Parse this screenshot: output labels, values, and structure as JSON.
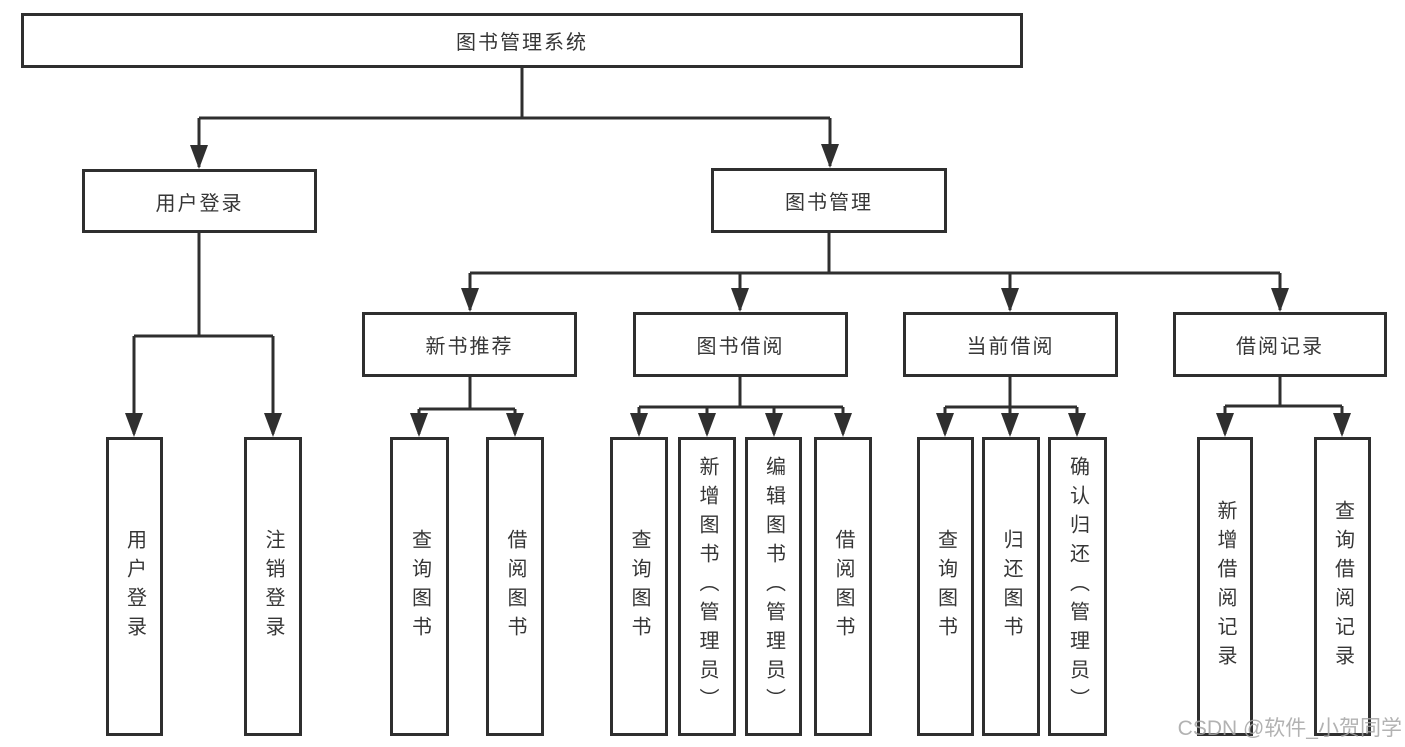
{
  "diagram": {
    "root": {
      "label": "图书管理系统"
    },
    "children": [
      {
        "label": "用户登录",
        "children": [
          {
            "label": "用户登录"
          },
          {
            "label": "注销登录"
          }
        ]
      },
      {
        "label": "图书管理",
        "children": [
          {
            "label": "新书推荐",
            "children": [
              {
                "label": "查询图书"
              },
              {
                "label": "借阅图书"
              }
            ]
          },
          {
            "label": "图书借阅",
            "children": [
              {
                "label": "查询图书"
              },
              {
                "label": "新增图书（管理员）"
              },
              {
                "label": "编辑图书（管理员）"
              },
              {
                "label": "借阅图书"
              }
            ]
          },
          {
            "label": "当前借阅",
            "children": [
              {
                "label": "查询图书"
              },
              {
                "label": "归还图书"
              },
              {
                "label": "确认归还（管理员）"
              }
            ]
          },
          {
            "label": "借阅记录",
            "children": [
              {
                "label": "新增借阅记录"
              },
              {
                "label": "查询借阅记录"
              }
            ]
          }
        ]
      }
    ]
  },
  "watermark": {
    "text": "CSDN @软件_小贺同学"
  },
  "colors": {
    "line": "#2f2f2f",
    "box_background": "#ffffff",
    "text": "#363636",
    "watermark": "#a5a5a5"
  }
}
